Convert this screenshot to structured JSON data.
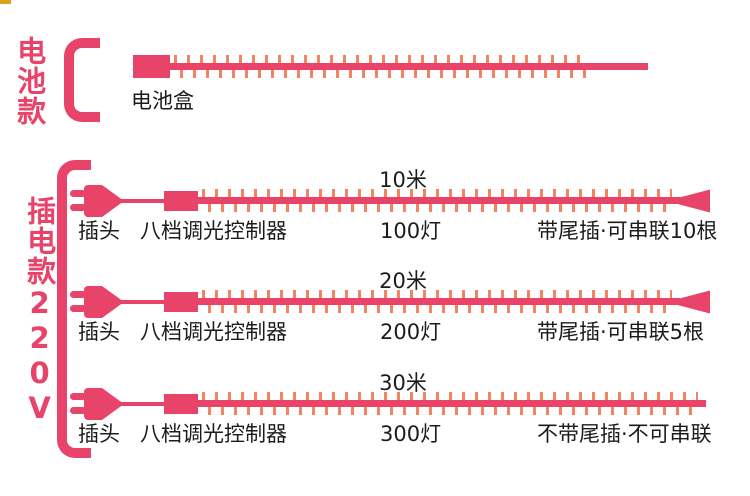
{
  "page": {
    "background_color": "#ffffff",
    "accent_color": "#e84368",
    "tick_color": "#f5835d",
    "text_color": "#1c1c1c",
    "corner_mark_color": "#d8a41e"
  },
  "battery_section": {
    "section_label": "电池款",
    "box_label": "电池盒"
  },
  "plug_section": {
    "section_label": "插电款220V",
    "rows": [
      {
        "length_label": "10米",
        "bulbs_label": "100灯",
        "plug_label": "插头",
        "controller_label": "八档调光控制器",
        "tail_label": "带尾插·可串联10根",
        "has_tail_plug": true
      },
      {
        "length_label": "20米",
        "bulbs_label": "200灯",
        "plug_label": "插头",
        "controller_label": "八档调光控制器",
        "tail_label": "带尾插·可串联5根",
        "has_tail_plug": true
      },
      {
        "length_label": "30米",
        "bulbs_label": "300灯",
        "plug_label": "插头",
        "controller_label": "八档调光控制器",
        "tail_label": "不带尾插·不可串联",
        "has_tail_plug": false
      }
    ]
  }
}
